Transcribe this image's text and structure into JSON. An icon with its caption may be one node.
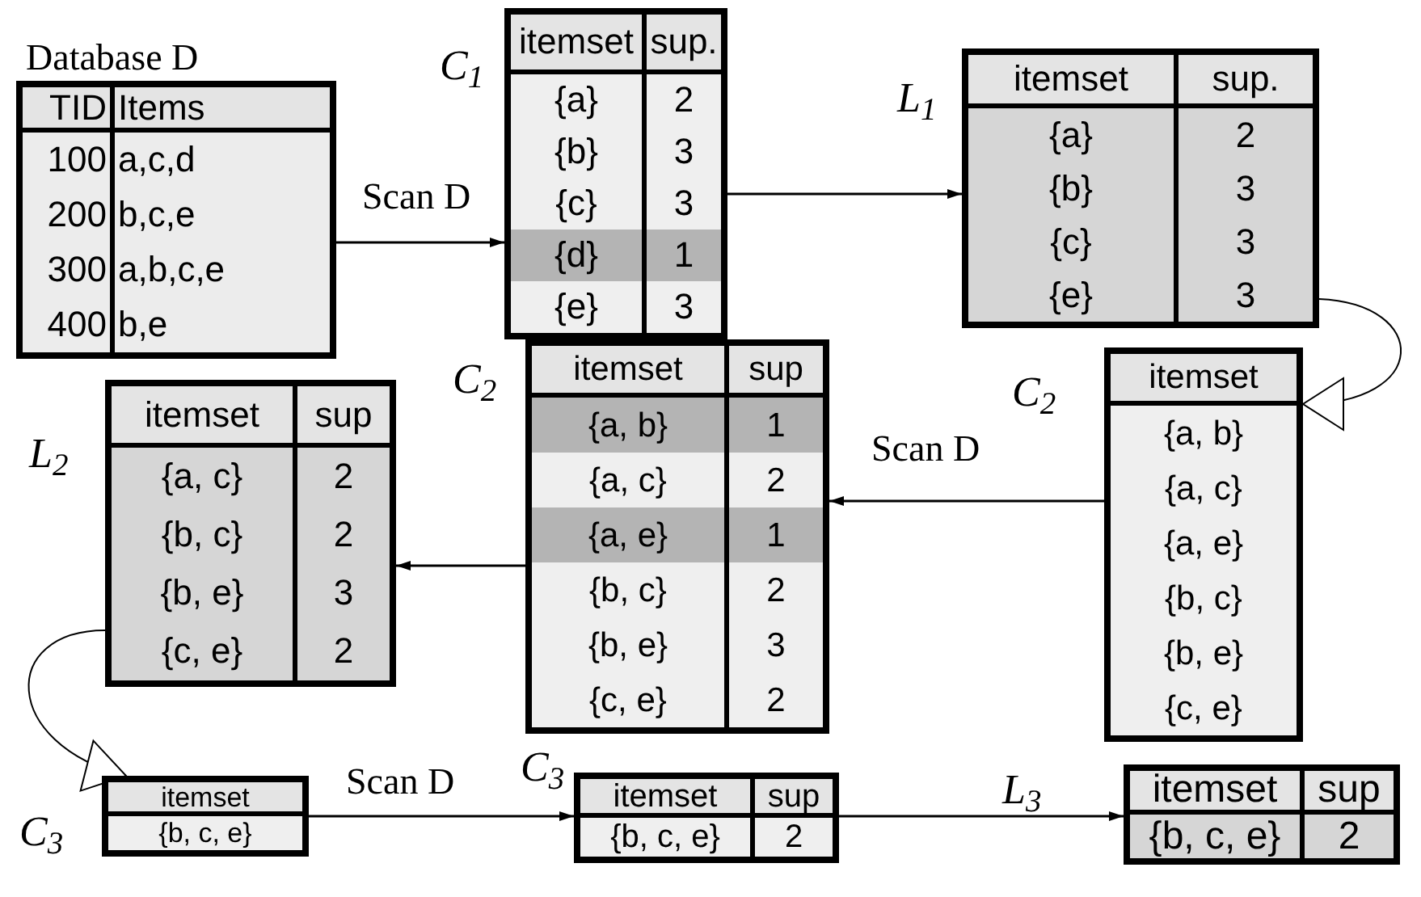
{
  "diagram": {
    "nodes": [
      {
        "text": [
          "Database D",
          "TID",
          "Items",
          "100",
          "a,c,d",
          "200",
          "b,c,e",
          "300",
          "a,b,c,e",
          "400",
          "b,e"
        ]
      },
      {
        "text": [
          "itemset",
          "sup.",
          "{a}",
          "2",
          "{b}",
          "3",
          "{c}",
          "3",
          "{d}",
          "1",
          "{e}",
          "3"
        ],
        "beside": [
          "C$_{1}$"
        ]
      },
      {
        "text": [
          "itemset",
          "sup.",
          "{a}",
          "2",
          "{b}",
          "3",
          "{c}",
          "3",
          "{e}",
          "3"
        ],
        "beside": [
          "L$_{1}$"
        ]
      },
      {
        "text": [
          "itemset",
          "{a, b}",
          "{a, c}",
          "{a, e}",
          "{b, c}",
          "{b, e}",
          "{c, e}"
        ],
        "beside": [
          "C$_{2}$"
        ]
      },
      {
        "text": [
          "itemset",
          "sup",
          "{a, b}",
          "1",
          "{a, c}",
          "2",
          "{a, e}",
          "1",
          "{b, c}",
          "2",
          "{b, e}",
          "3",
          "{c, e}",
          "2"
        ],
        "beside": [
          "C$_{2}$"
        ]
      },
      {
        "text": [
          "itemset",
          "sup",
          "{a, c}",
          "2",
          "{b, c}",
          "2",
          "{b, e}",
          "3",
          "{c, e}",
          "2"
        ],
        "beside": [
          "L$_{2}$"
        ]
      },
      {
        "text": [
          "itemset",
          "{b, c, e}"
        ],
        "beside": [
          "C$_{3}$"
        ]
      },
      {
        "text": [
          "itemset",
          "sup",
          "{b, c, e}",
          "2"
        ],
        "beside": [
          "C$_{3}$"
        ]
      },
      {
        "text": [
          "itemset",
          "sup",
          "{b, c, e}",
          "2"
        ],
        "beside": [
          "L$_{3}$"
        ]
      }
    ],
    "edges": [
      {
        "from": 0,
        "to": 1,
        "arrow": "to",
        "label": "Scan D"
      },
      {
        "from": 1,
        "to": 2,
        "arrow": "to"
      },
      {
        "from": 2,
        "to": 3,
        "arrow": "to"
      },
      {
        "from": 3,
        "to": 4,
        "arrow": "to",
        "label": "Scan D"
      },
      {
        "from": 4,
        "to": 5,
        "arrow": "to"
      },
      {
        "from": 5,
        "to": 6,
        "arrow": "to"
      },
      {
        "from": 6,
        "to": 7,
        "arrow": "to",
        "label": "Scan D"
      },
      {
        "from": 7,
        "to": 8,
        "arrow": "to"
      }
    ]
  }
}
